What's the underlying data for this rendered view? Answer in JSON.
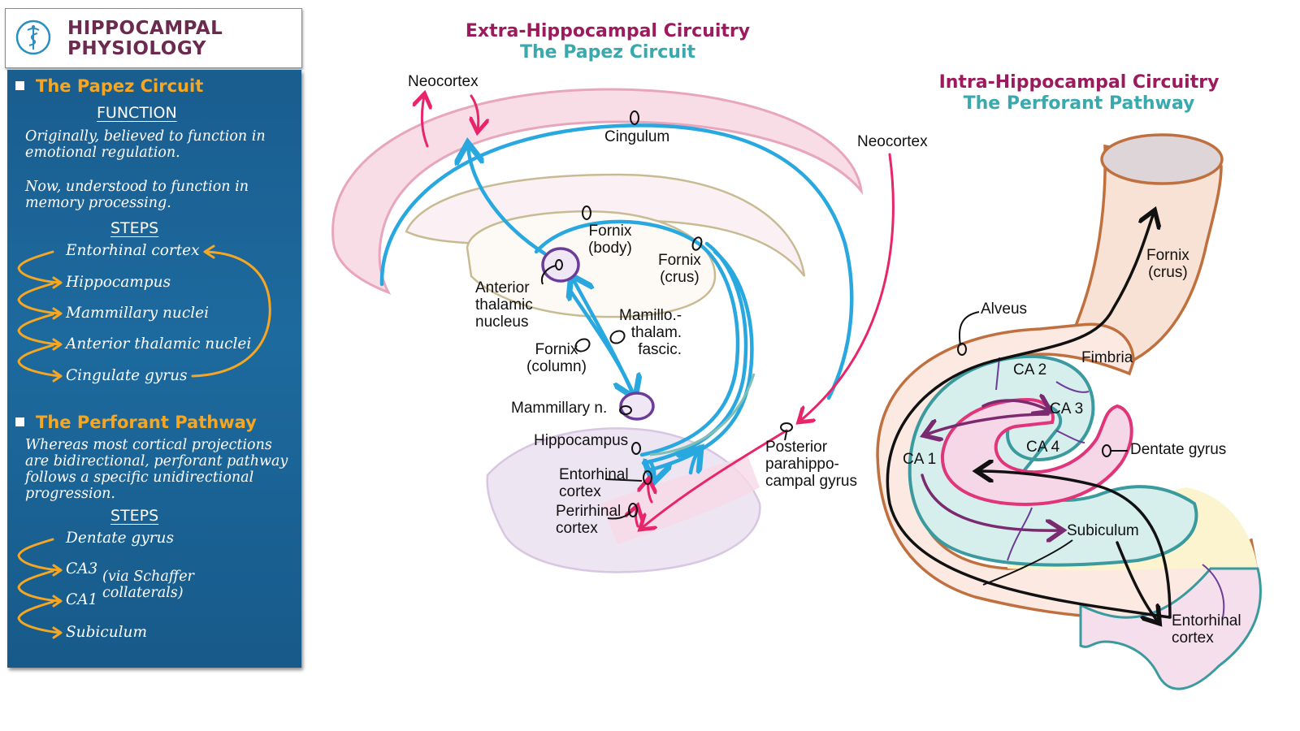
{
  "header": {
    "title_line1": "HIPPOCAMPAL",
    "title_line2": "PHYSIOLOGY"
  },
  "sidebar": {
    "papez": {
      "heading": "The Papez Circuit",
      "function_label": "FUNCTION",
      "function_text_1": "Originally, believed to function in emotional regulation.",
      "function_text_2": "Now, understood to function in memory processing.",
      "steps_label": "STEPS",
      "steps": [
        "Entorhinal cortex",
        "Hippocampus",
        "Mammillary nuclei",
        "Anterior thalamic nuclei",
        "Cingulate gyrus"
      ]
    },
    "perforant": {
      "heading": "The Perforant Pathway",
      "text": "Whereas most cortical projections are bidirectional, perforant pathway follows a specific unidirectional progression.",
      "steps_label": "STEPS",
      "steps": [
        "Dentate gyrus",
        "CA3",
        "CA1",
        "Subiculum"
      ],
      "note_line1": "(via Schaffer",
      "note_line2": "collaterals)"
    },
    "colors": {
      "panel": "#1a5d8f",
      "accent": "#f5a623"
    }
  },
  "papez_diagram": {
    "title": "Extra-Hippocampal Circuitry",
    "subtitle": "The Papez Circuit",
    "labels": {
      "neocortex_left": "Neocortex",
      "cingulum": "Cingulum",
      "neocortex_right": "Neocortex",
      "fornix_body": [
        "Fornix",
        "(body)"
      ],
      "fornix_crus": [
        "Fornix",
        "(crus)"
      ],
      "anterior_thalamic": [
        "Anterior",
        "thalamic",
        "nucleus"
      ],
      "mamillothalamic": [
        "Mamillo.-",
        "thalam.",
        "fascic."
      ],
      "fornix_column": [
        "Fornix",
        "(column)"
      ],
      "mammillary": "Mammillary n.",
      "hippocampus": "Hippocampus",
      "entorhinal": [
        "Entorhinal",
        "cortex"
      ],
      "perirhinal": [
        "Perirhinal",
        "cortex"
      ],
      "posterior_parahippocampal": [
        "Posterior",
        "parahippo-",
        "campal gyrus"
      ]
    },
    "colors": {
      "title": "#9b1b5c",
      "subtitle": "#3aa9ad",
      "pathway": "#29a8e0",
      "neocortex_arrow": "#e8246a",
      "nucleus": "#6b3d99"
    }
  },
  "perforant_diagram": {
    "title": "Intra-Hippocampal Circuitry",
    "subtitle": "The Perforant Pathway",
    "labels": {
      "fornix_crus": [
        "Fornix",
        "(crus)"
      ],
      "alveus": "Alveus",
      "fimbria": "Fimbria",
      "ca2": "CA 2",
      "ca3": "CA 3",
      "ca4": "CA 4",
      "ca1": "CA 1",
      "dentate_gyrus": "Dentate gyrus",
      "subiculum": "Subiculum",
      "entorhinal": [
        "Entorhinal",
        "cortex"
      ]
    },
    "colors": {
      "title": "#9b1b5c",
      "subtitle": "#3aa9ad",
      "outline_orange": "#c0703e",
      "outline_teal": "#3a9a9e",
      "dentate": "#e0357a",
      "arrow_purple": "#7a2a6e"
    }
  }
}
